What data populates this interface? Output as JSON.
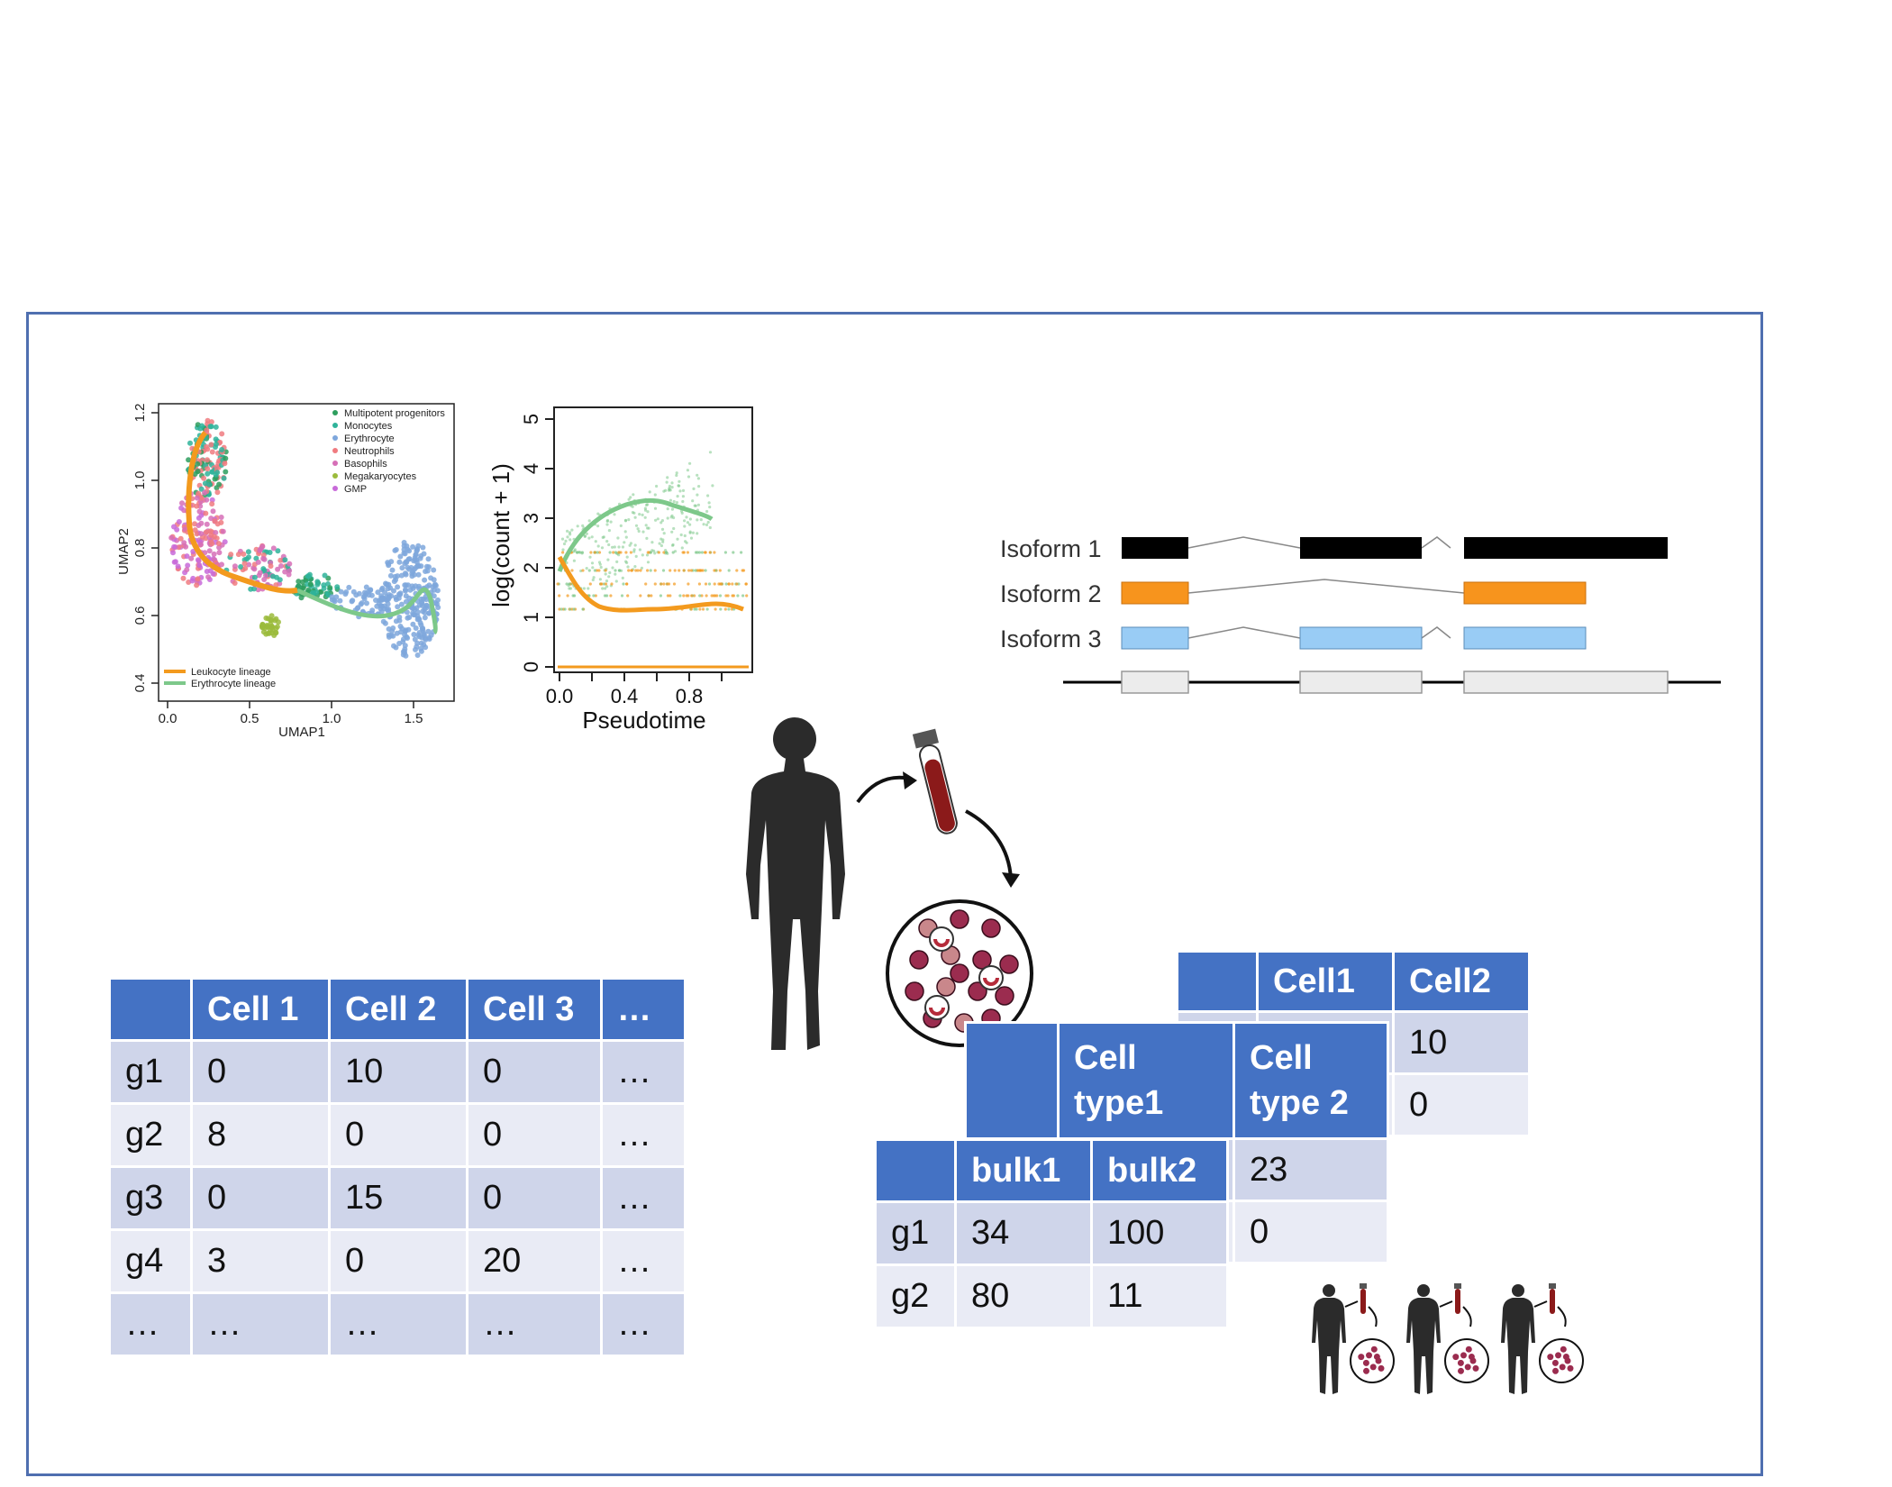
{
  "umap_plot": {
    "xlabel": "UMAP1",
    "ylabel": "UMAP2",
    "x_ticks": [
      "0.0",
      "0.5",
      "1.0",
      "1.5"
    ],
    "y_ticks": [
      "0.4",
      "0.6",
      "0.8",
      "1.0",
      "1.2"
    ],
    "legend": [
      {
        "label": "Multipotent progenitors",
        "color": "#2e9e5e"
      },
      {
        "label": "Monocytes",
        "color": "#2fb39a"
      },
      {
        "label": "Erythrocyte",
        "color": "#7ea7dc"
      },
      {
        "label": "Neutrophils",
        "color": "#f07b80"
      },
      {
        "label": "Basophils",
        "color": "#d66fb7"
      },
      {
        "label": "Megakaryocytes",
        "color": "#9bbb3c"
      },
      {
        "label": "GMP",
        "color": "#c86ad9"
      }
    ],
    "lineage_legend": [
      {
        "label": "Leukocyte lineage",
        "color": "#f39a1e"
      },
      {
        "label": "Erythrocyte lineage",
        "color": "#7dc88a"
      }
    ]
  },
  "pseudotime_plot": {
    "xlabel": "Pseudotime",
    "ylabel": "log(count + 1)",
    "x_ticks": [
      "0.0",
      "0.4",
      "0.8"
    ],
    "y_ticks": [
      "0",
      "1",
      "2",
      "3",
      "4",
      "5"
    ]
  },
  "isoforms": {
    "labels": [
      "Isoform 1",
      "Isoform 2",
      "Isoform 3"
    ],
    "colors": [
      "#000000",
      "#f7941d",
      "#99ccf5"
    ]
  },
  "single_cell_table": {
    "header": [
      "",
      "Cell 1",
      "Cell 2",
      "Cell 3",
      "…"
    ],
    "rows": [
      [
        "g1",
        "0",
        "10",
        "0",
        "…"
      ],
      [
        "g2",
        "8",
        "0",
        "0",
        "…"
      ],
      [
        "g3",
        "0",
        "15",
        "0",
        "…"
      ],
      [
        "g4",
        "3",
        "0",
        "20",
        "…"
      ],
      [
        "…",
        "…",
        "…",
        "…",
        "…"
      ]
    ]
  },
  "cell_table": {
    "header": [
      "",
      "Cell1",
      "Cell2"
    ],
    "rows": [
      [
        "10"
      ],
      [
        "0"
      ]
    ]
  },
  "celltype_table": {
    "header": [
      "",
      "Cell type1",
      "Cell type 2"
    ],
    "rows": [
      [
        "23"
      ],
      [
        "0"
      ]
    ]
  },
  "bulk_table": {
    "header": [
      "",
      "bulk1",
      "bulk2"
    ],
    "rows": [
      [
        "g1",
        "34",
        "100"
      ],
      [
        "g2",
        "80",
        "11"
      ]
    ]
  },
  "colors": {
    "frame": "#4f6fb0",
    "table_header": "#4472c4",
    "row_dark": "#cfd5ea",
    "row_light": "#e9ebf5",
    "blood": "#8b1a1a"
  },
  "icons": [
    "human-silhouette-icon",
    "blood-tube-icon",
    "blood-cells-icon",
    "arrow-icon"
  ]
}
